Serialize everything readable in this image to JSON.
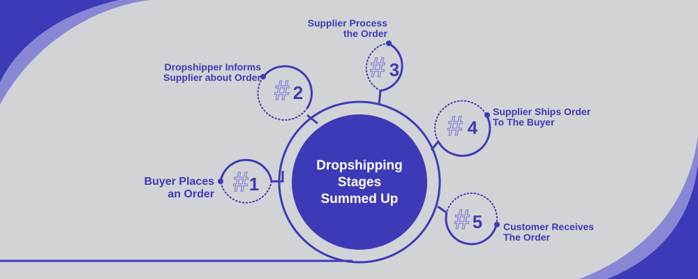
{
  "colors": {
    "background": "#d1d3d6",
    "accent": "#3d3ab8",
    "accent_light": "#8a86d6",
    "hash_fill": "#c8c8de"
  },
  "center": {
    "line1": "Dropshipping",
    "line2": "Stages",
    "line3": "Summed Up"
  },
  "stages": [
    {
      "hash": "#",
      "number": "1",
      "line1": "Buyer Places",
      "line2": "an Order"
    },
    {
      "hash": "#",
      "number": "2",
      "line1": "Dropshipper Informs",
      "line2": "Supplier about Order"
    },
    {
      "hash": "#",
      "number": "3",
      "line1": "Supplier Process",
      "line2": "the Order"
    },
    {
      "hash": "#",
      "number": "4",
      "line1": "Supplier Ships Order",
      "line2": "To The Buyer"
    },
    {
      "hash": "#",
      "number": "5",
      "line1": "Customer Receives",
      "line2": "The Order"
    }
  ]
}
